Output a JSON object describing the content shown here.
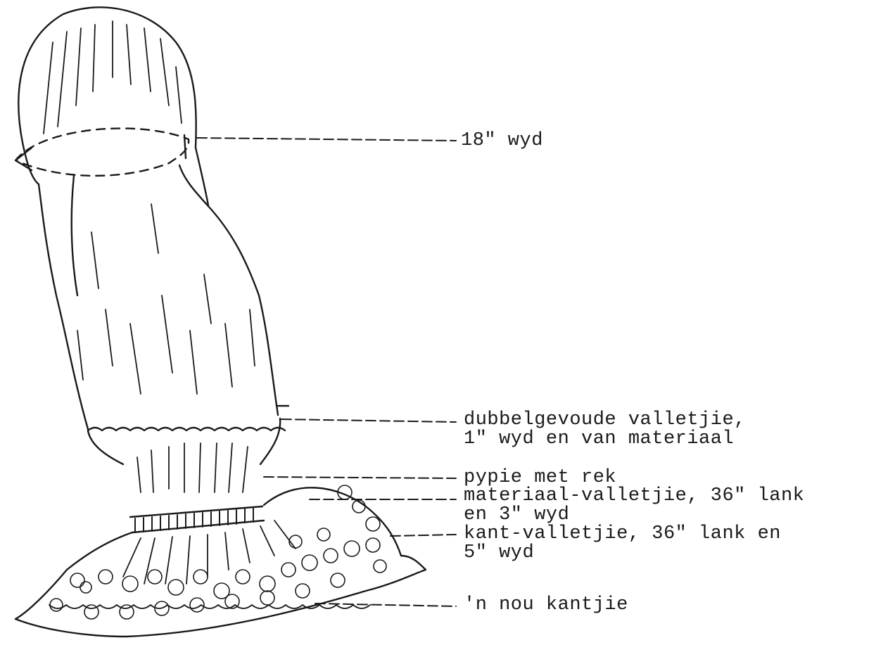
{
  "labels": {
    "width_18": "18\" wyd",
    "double_frill_1": "dubbelgevoude valletjie,",
    "double_frill_2": "1\" wyd en van materiaal",
    "casing": "pypie met rek",
    "fabric_frill_1": "materiaal-valletjie, 36\" lank",
    "fabric_frill_2": "en 3\" wyd",
    "lace_frill_1": "kant-valletjie, 36\" lank en",
    "lace_frill_2": "5\" wyd",
    "edging": "'n nou kantjie"
  },
  "colors": {
    "ink": "#1a1a1a",
    "paper": "#ffffff"
  }
}
